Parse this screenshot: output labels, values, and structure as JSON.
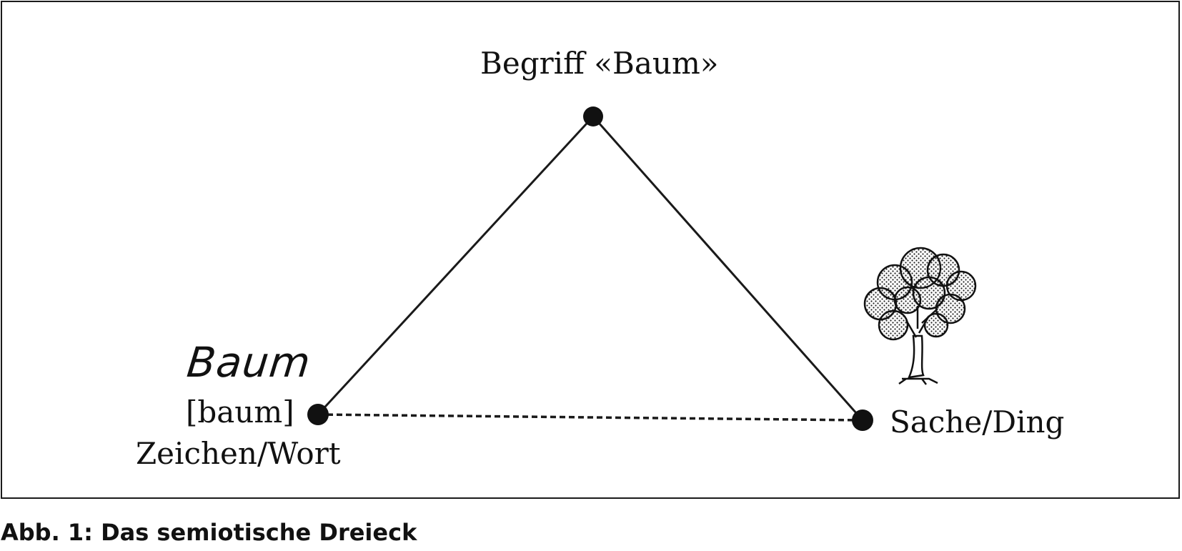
{
  "diagram": {
    "top_label": "Begriff «Baum»",
    "left_handwritten": "Baum",
    "left_phonetic": "[baum]",
    "left_label": "Zeichen/Wort",
    "right_label": "Sache/Ding",
    "line_color": "#1a1a1a",
    "image": "tree-icon"
  },
  "caption": "Abb. 1: Das semiotische Dreieck"
}
